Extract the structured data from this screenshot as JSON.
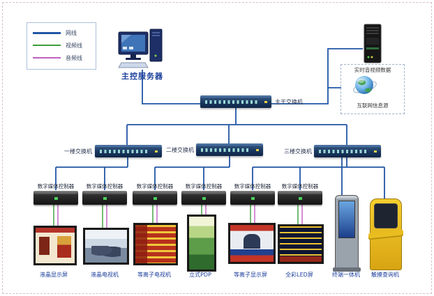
{
  "colors": {
    "net": "#2156a5",
    "video": "#3a9e3a",
    "audio": "#c060c0",
    "label": "#1c3f9a"
  },
  "legend": {
    "items": [
      {
        "label": "网线",
        "type": "net"
      },
      {
        "label": "视频线",
        "type": "video"
      },
      {
        "label": "音频线",
        "type": "audio"
      }
    ]
  },
  "devices": {
    "main_server": {
      "label": "主控服务器"
    },
    "backbone_switch": {
      "label": "主干交换机"
    },
    "media_source": {
      "label": "实时音视频数据"
    },
    "internet_source": {
      "label": "互联网信息源"
    },
    "floor_switches": [
      {
        "label": "一楼交换机"
      },
      {
        "label": "二楼交换机"
      },
      {
        "label": "三楼交换机"
      }
    ],
    "controllers": [
      {
        "label": "数字媒体控制器"
      },
      {
        "label": "数字媒体控制器"
      },
      {
        "label": "数字媒体控制器"
      },
      {
        "label": "数字媒体控制器"
      },
      {
        "label": "数字媒体控制器"
      },
      {
        "label": "数字媒体控制器"
      }
    ],
    "displays": [
      {
        "label": "液晶显示屏"
      },
      {
        "label": "液晶电视机"
      },
      {
        "label": "等离子电视机"
      },
      {
        "label": "立式PDP"
      },
      {
        "label": "等离子显示屏"
      },
      {
        "label": "全彩LED屏"
      },
      {
        "label": "终端一体机"
      },
      {
        "label": "触摸查询机"
      }
    ]
  }
}
